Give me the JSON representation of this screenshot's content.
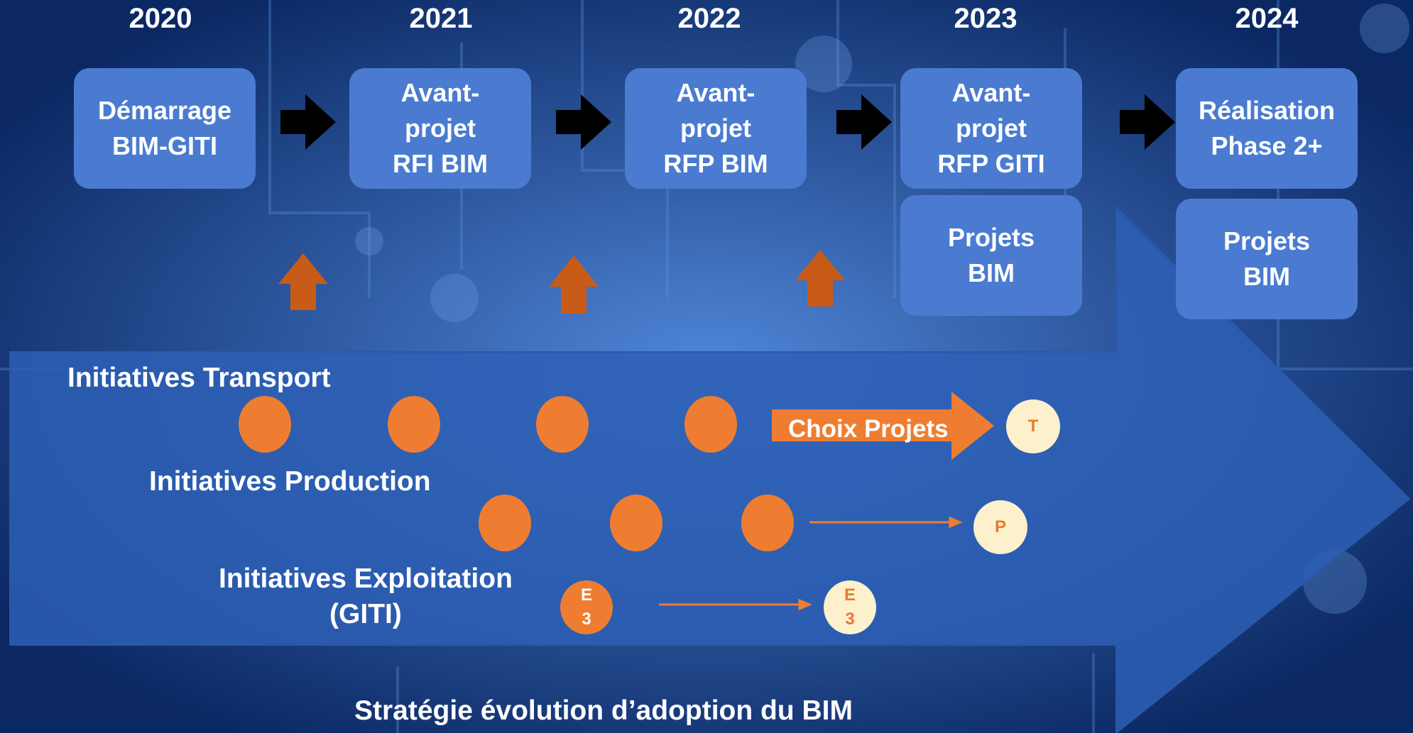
{
  "colors": {
    "background": "#0e2d6e",
    "box": "#4a7bd0",
    "big_arrow": "#2d5fb5",
    "orange": "#ef7d31",
    "up_arrow": "#c85b18",
    "cream": "#fdf0cc",
    "black_arrow": "#000000"
  },
  "years": [
    "2020",
    "2021",
    "2022",
    "2023",
    "2024"
  ],
  "phases": [
    {
      "label": "Démarrage\nBIM-GITI"
    },
    {
      "label": "Avant-\nprojet\nRFI BIM"
    },
    {
      "label": "Avant-\nprojet\nRFP BIM"
    },
    {
      "label": "Avant-\nprojet\nRFP GITI"
    },
    {
      "label": "Réalisation\nPhase 2+"
    }
  ],
  "projects": [
    {
      "label": "Projets\nBIM"
    },
    {
      "label": "Projets\nBIM"
    }
  ],
  "rows": {
    "transport": "Initiatives Transport",
    "production": "Initiatives Production",
    "exploitation": "Initiatives Exploitation\n(GITI)"
  },
  "choix_label": "Choix Projets",
  "outcomes": {
    "transport": "T",
    "production": "P",
    "exploitation_start": "E\n3",
    "exploitation_end": "E\n3"
  },
  "footer": "Stratégie évolution d’adoption du BIM"
}
